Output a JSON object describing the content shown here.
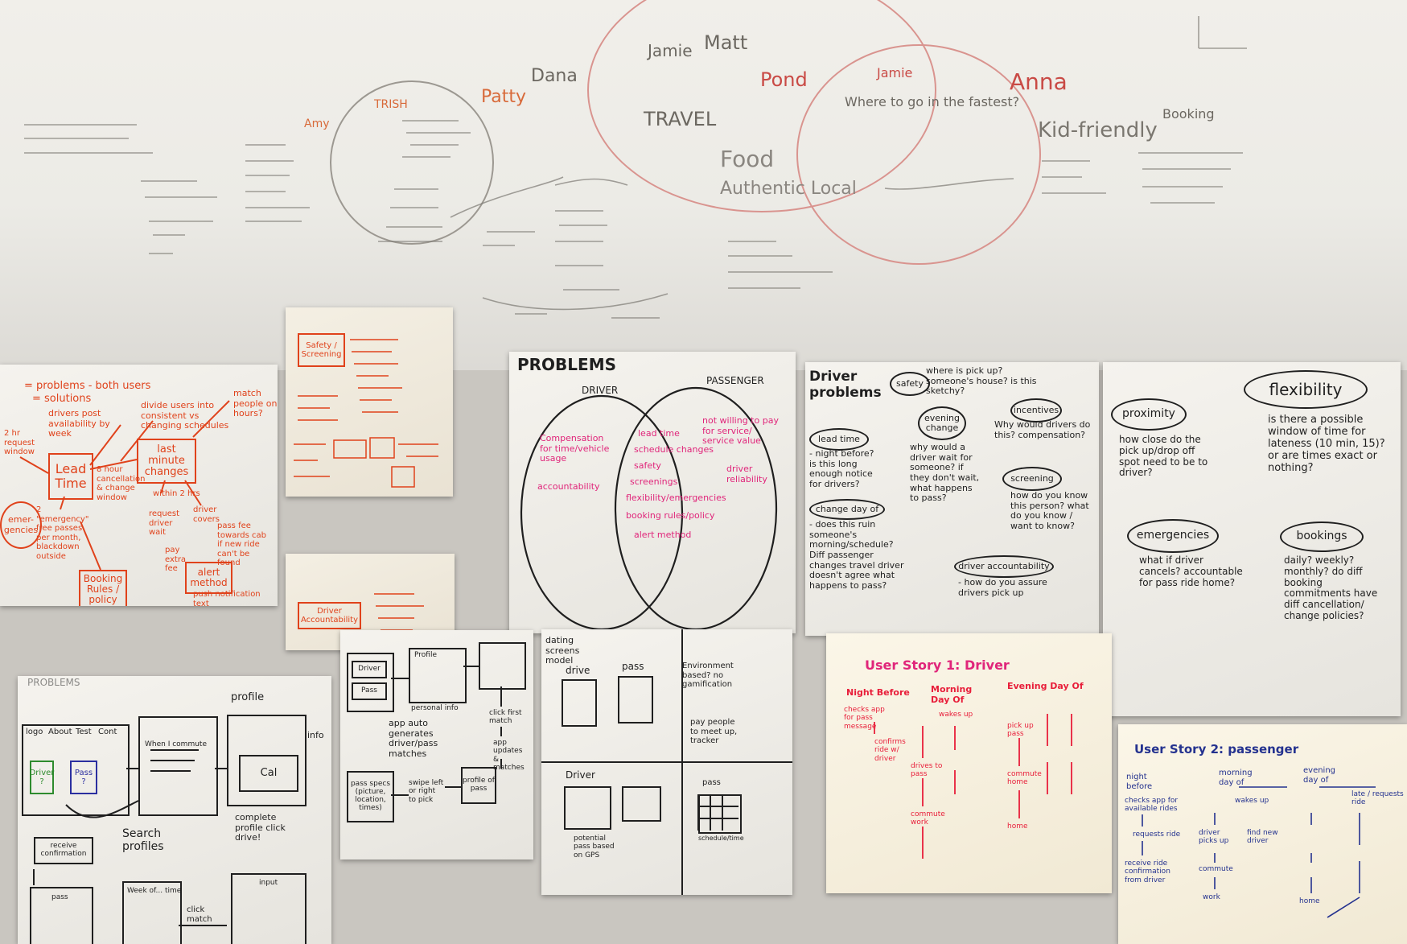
{
  "whiteboard": {
    "names": [
      "Jamie",
      "Matt",
      "Dana",
      "Patty",
      "Pond",
      "Jamie",
      "Anna",
      "TRISH",
      "Amy"
    ],
    "topics": [
      "TRAVEL",
      "Food",
      "Authentic Local",
      "Kid-friendly",
      "Booking"
    ],
    "question": "Where to go in the fastest?"
  },
  "sheets": {
    "lead_time": {
      "legend_problems": "= problems - both users",
      "legend_solutions": "= solutions",
      "lead_time": "Lead Time",
      "last_minute": "last minute changes",
      "booking": "Booking Rules / policy",
      "alert": "alert method",
      "emergencies": "emer-gencies",
      "notes": [
        "drivers post availability by week",
        "divide users into consistent vs changing schedules",
        "match people on hours?",
        "2 hr request window",
        "8 hour cancellation & change window",
        "within 2 hrs",
        "2 \"emergency\" free passes per month, blackdown outside",
        "request driver wait",
        "pay extra fee",
        "driver covers",
        "pass fee towards cab if new ride can't be found",
        "push notification text"
      ]
    },
    "safety": {
      "safety": "Safety / Screening",
      "driver_accountability": "Driver Accountability"
    },
    "problems_venn": {
      "title": "PROBLEMS",
      "driver": "DRIVER",
      "passenger": "PASSENGER",
      "driver_items": [
        "Compensation for time/vehicle usage",
        "accountability"
      ],
      "shared_items": [
        "lead time",
        "schedule changes",
        "safety",
        "screenings",
        "flexibility/emergencies",
        "booking rules/policy",
        "alert method"
      ],
      "passenger_items": [
        "not willing to pay for service/ service value",
        "driver reliability"
      ]
    },
    "driver_problems": {
      "title": "Driver problems",
      "safety": "safety",
      "safety_q": "where is pick up? someone's house? is this sketchy?",
      "lead_time": "lead time",
      "lead_time_q": "- night before? is this long enough notice for drivers?",
      "evening": "evening change",
      "evening_q": "why would a driver wait for someone? if they don't wait, what happens to pass?",
      "incentives": "incentives",
      "incentives_q": "Why would drivers do this? compensation?",
      "screening": "screening",
      "screening_q": "how do you know this person? what do you know / want to know?",
      "change_day": "change day of",
      "change_day_q": "- does this ruin someone's morning/schedule? Diff passenger changes travel driver doesn't agree what happens to pass?",
      "accountability": "driver accountability",
      "accountability_q": "- how do you assure drivers pick up"
    },
    "flexibility": {
      "proximity": "proximity",
      "proximity_q": "how close do the pick up/drop off spot need to be to driver?",
      "flexibility": "flexibility",
      "flexibility_q": "is there a possible window of time for lateness (10 min, 15)? or are times exact or nothing?",
      "emergencies": "emergencies",
      "emergencies_q": "what if driver cancels? accountable for pass ride home?",
      "bookings": "bookings",
      "bookings_q": "daily? weekly? monthly? do diff booking commitments have diff cancellation/ change policies?"
    },
    "problems_sketch": {
      "label": "PROBLEMS",
      "nav": [
        "logo",
        "About",
        "Test",
        "Cont"
      ],
      "driver": "Driver ?",
      "pass": "Pass ?",
      "when_commute": "When I commute",
      "profile": "profile",
      "info": "info",
      "cal": "Cal",
      "search_profiles": "Search profiles",
      "complete_profile": "complete profile click drive!",
      "receive_confirmation": "receive confirmation",
      "pass_label": "pass",
      "week_of": "Week of... time",
      "click_match": "click match",
      "input": "input"
    },
    "app_flow": {
      "driver": "Driver",
      "pass": "Pass",
      "profile": "Profile",
      "personal_info": "personal info",
      "app_auto": "app auto generates driver/pass matches",
      "click_first": "click first match",
      "app_updates": "app updates & matches",
      "profile_of_pass": "profile of pass",
      "swipe": "swipe left or right to pick",
      "pass_specs": "pass specs (picture, location, times)"
    },
    "dating": {
      "title": "dating screens model",
      "drive": "drive",
      "pass": "pass",
      "environment": "Environment based? no gamification",
      "driver": "Driver",
      "potential": "potential pass based on GPS",
      "pay": "pay people to meet up, tracker",
      "pass_bottom": "pass",
      "schedule": "schedule/time"
    },
    "story_driver": {
      "title": "User Story 1: Driver",
      "cols": [
        "Night Before",
        "Morning Day Of",
        "Evening Day Of"
      ],
      "night": "checks app for pass message",
      "night2": "confirms ride w/ driver",
      "wakes": "wakes up",
      "items": [
        "drives to pass",
        "pick up pass",
        "commute work",
        "commute home",
        "home"
      ]
    },
    "story_passenger": {
      "title": "User Story 2: passenger",
      "cols": [
        "night before",
        "morning day of",
        "evening day of"
      ],
      "night": "checks app for available rides",
      "request": "requests ride",
      "receive": "receive ride confirmation from driver",
      "wakes": "wakes up",
      "driver_picks": "driver picks up",
      "commute": "commute",
      "work": "work",
      "late": "late / requests ride",
      "find": "find new driver",
      "home": "home"
    }
  }
}
